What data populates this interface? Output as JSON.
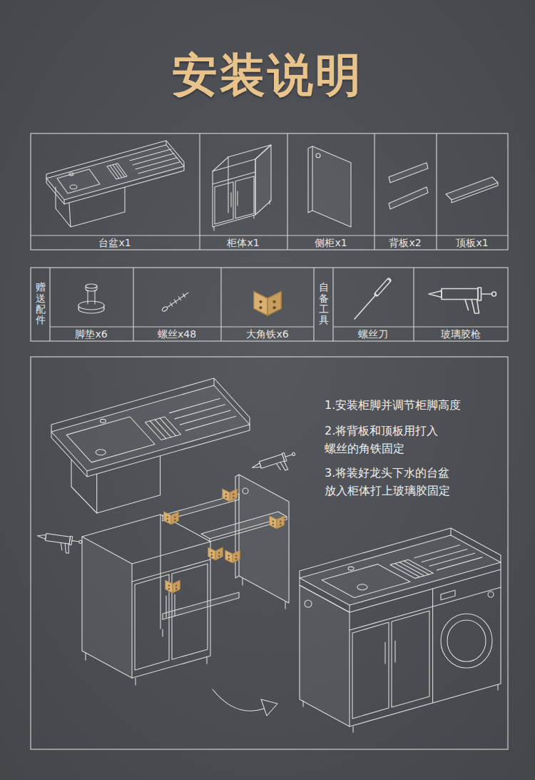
{
  "diagram": {
    "title": "安装说明",
    "labels": [
      "台盆x1",
      "柜体x1",
      "侧柜x1",
      "背板x2",
      "顶板x1",
      "赠送配件",
      "脚垫x6",
      "螺丝x48",
      "大角铁x6",
      "自备工具",
      "螺丝刀",
      "玻璃胶枪",
      "1.安装柜脚并调节柜脚高度",
      "2.将背板和顶板用打入 螺丝的角铁固定",
      "3.将装好龙头下水的台盆 放入柜体打上玻璃胶固定"
    ]
  }
}
